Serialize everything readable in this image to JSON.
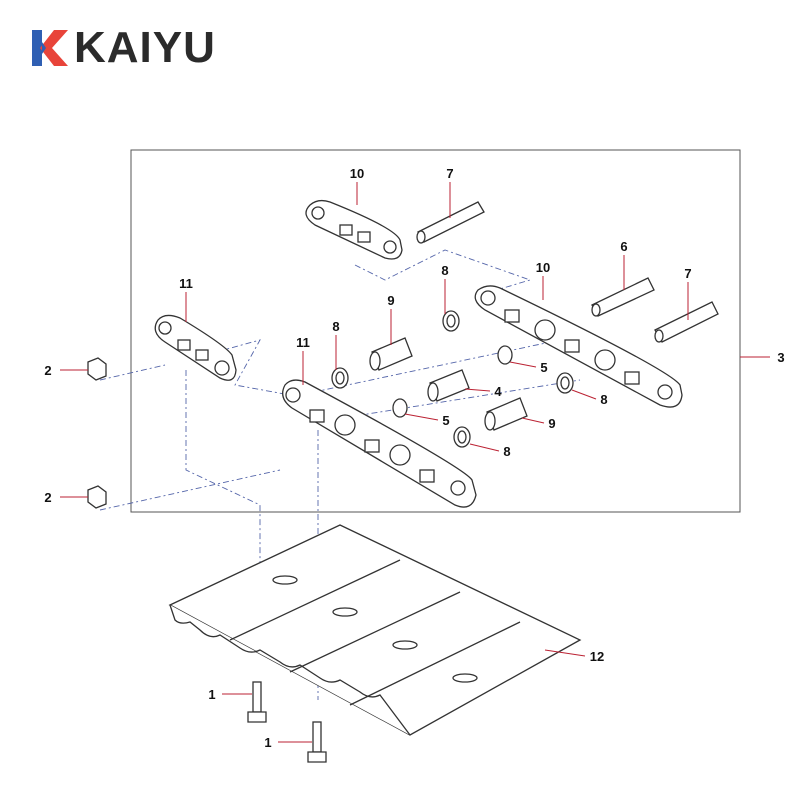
{
  "brand": {
    "name": "KAIYU",
    "colors": {
      "blue": "#2f5fb3",
      "red": "#e8443a",
      "text": "#2b2b2b"
    }
  },
  "callouts": [
    {
      "id": "c1",
      "label": "10"
    },
    {
      "id": "c2",
      "label": "7"
    },
    {
      "id": "c3",
      "label": "11"
    },
    {
      "id": "c4",
      "label": "8"
    },
    {
      "id": "c5",
      "label": "10"
    },
    {
      "id": "c6",
      "label": "6"
    },
    {
      "id": "c7",
      "label": "7"
    },
    {
      "id": "c8",
      "label": "9"
    },
    {
      "id": "c9",
      "label": "8"
    },
    {
      "id": "c10",
      "label": "11"
    },
    {
      "id": "c11",
      "label": "2"
    },
    {
      "id": "c12",
      "label": "3"
    },
    {
      "id": "c13",
      "label": "5"
    },
    {
      "id": "c14",
      "label": "4"
    },
    {
      "id": "c15",
      "label": "5"
    },
    {
      "id": "c16",
      "label": "8"
    },
    {
      "id": "c17",
      "label": "9"
    },
    {
      "id": "c18",
      "label": "8"
    },
    {
      "id": "c19",
      "label": "2"
    },
    {
      "id": "c20",
      "label": "12"
    },
    {
      "id": "c21",
      "label": "1"
    },
    {
      "id": "c22",
      "label": "1"
    }
  ]
}
